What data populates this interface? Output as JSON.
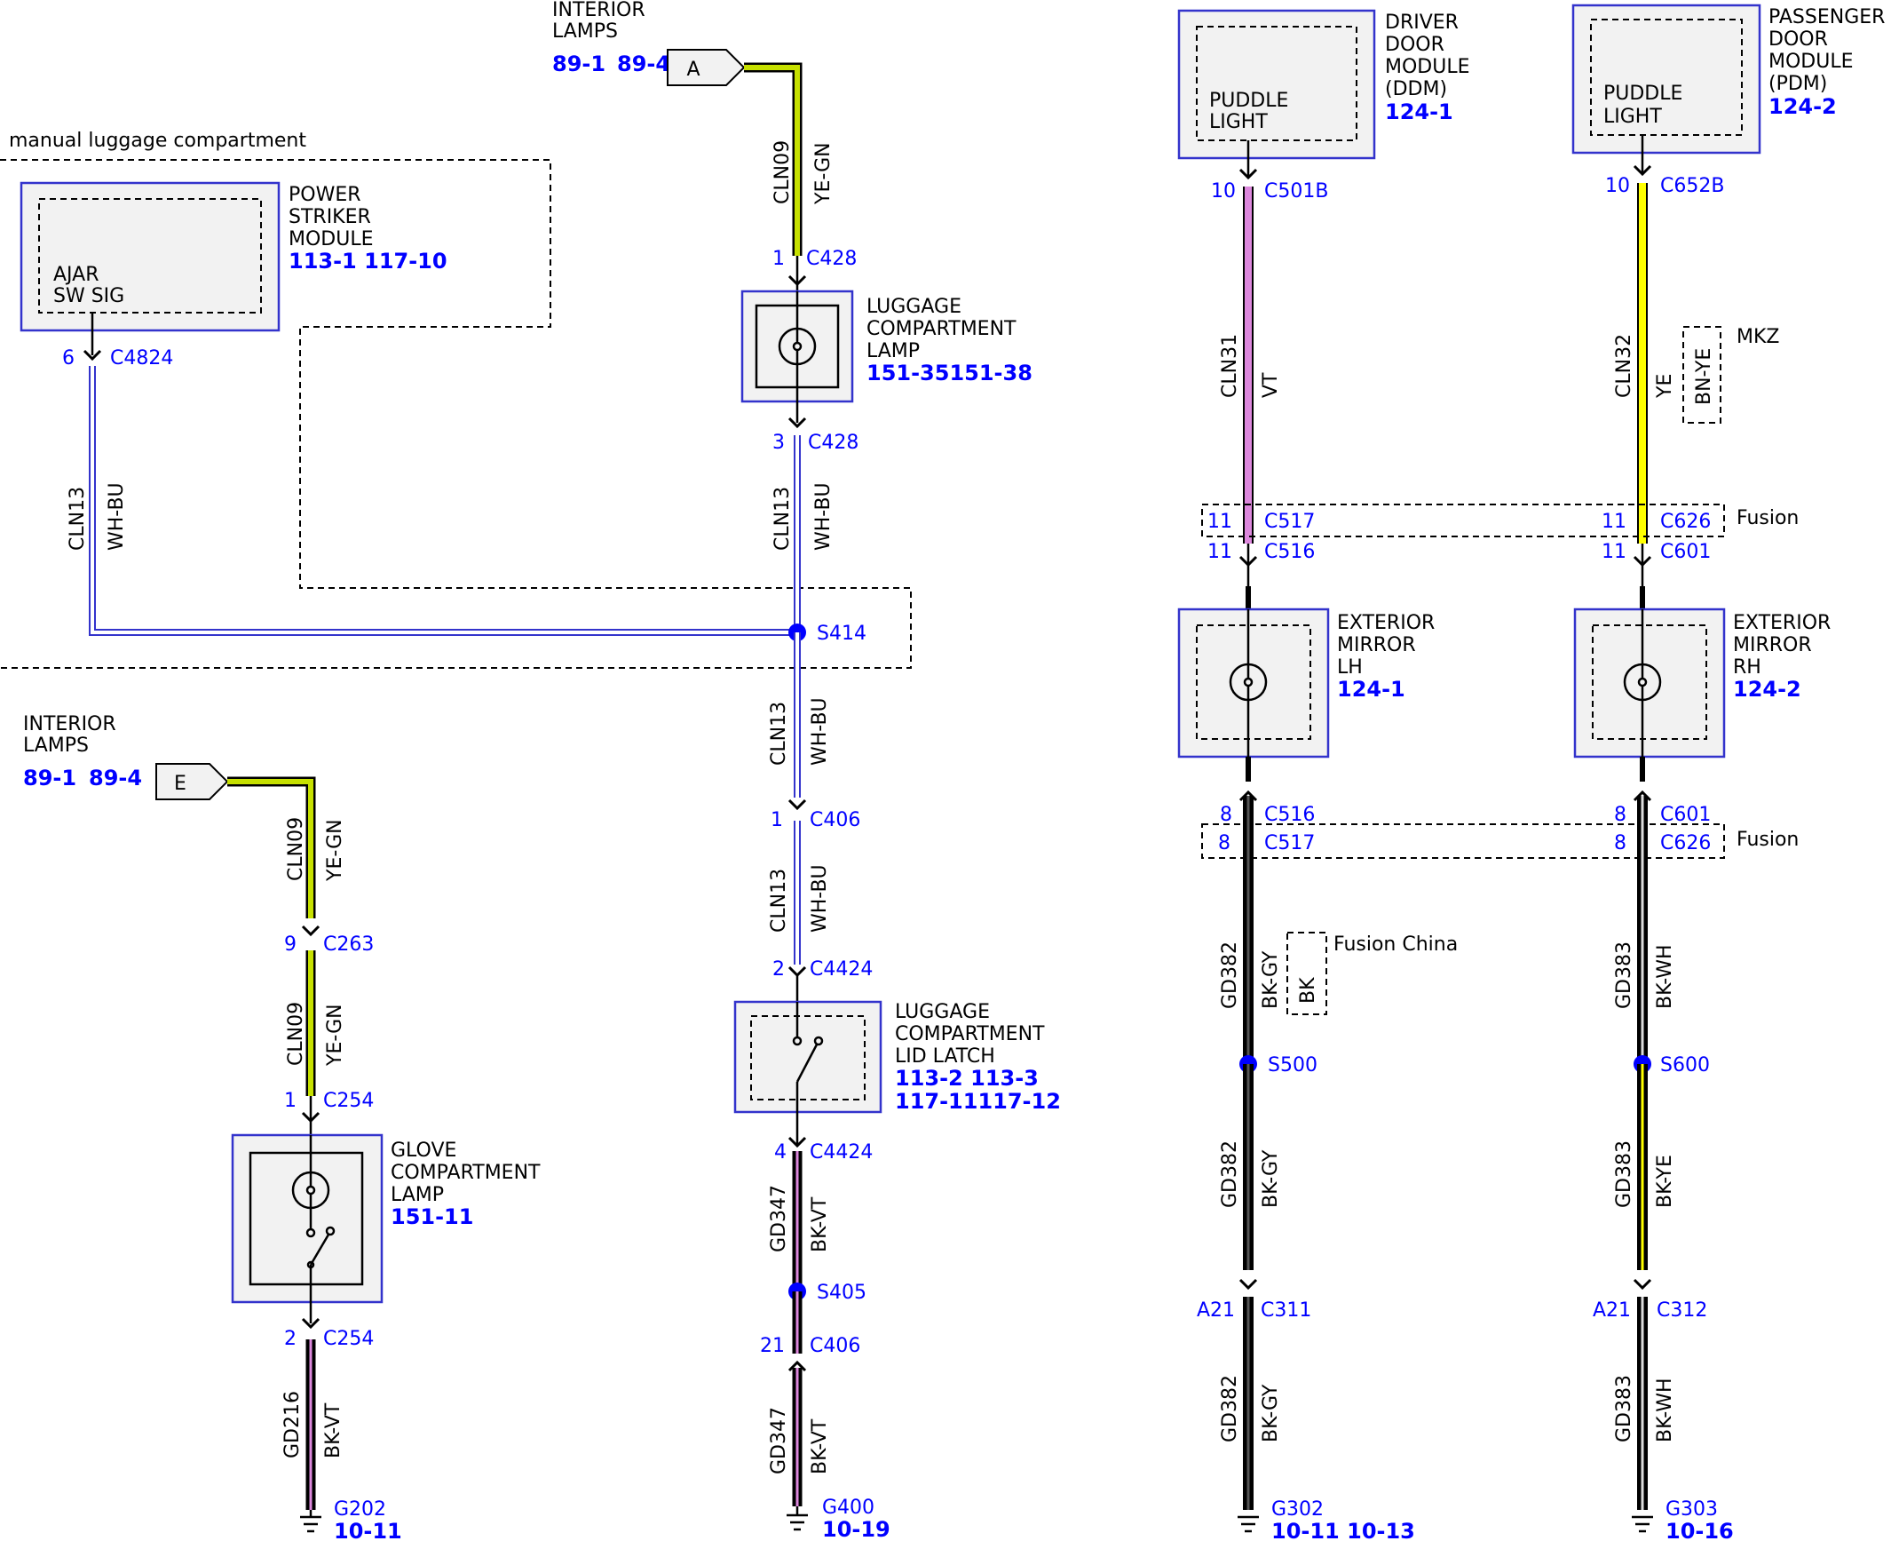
{
  "colors": {
    "ye_gn": "#c6e000",
    "wh_bu": "#3333cc",
    "vt": "#dd88dd",
    "ye": "#ffff00",
    "bk": "#000000",
    "splice": "#0000ff",
    "pin_text": "#0000ff",
    "component_border": "#3333cc"
  },
  "sections": {
    "manual_luggage": "manual luggage compartment"
  },
  "connectors_to": {
    "top": {
      "title_line1": "INTERIOR",
      "title_line2": "LAMPS",
      "ref1": "89-1",
      "ref2": "89-4",
      "letter": "A"
    },
    "left": {
      "title_line1": "INTERIOR",
      "title_line2": "LAMPS",
      "ref1": "89-1",
      "ref2": "89-4",
      "letter": "E"
    }
  },
  "components": {
    "power_striker": {
      "name_lines": [
        "POWER",
        "STRIKER",
        "MODULE"
      ],
      "refs": "113-1  117-10",
      "inner_lines": [
        "AJAR",
        "SW SIG"
      ]
    },
    "luggage_lamp": {
      "name_lines": [
        "LUGGAGE",
        "COMPARTMENT",
        "LAMP"
      ],
      "refs": "151-35151-38"
    },
    "luggage_latch": {
      "name_lines": [
        "LUGGAGE",
        "COMPARTMENT",
        "LID LATCH"
      ],
      "refs_line1": "113-2 113-3",
      "refs_line2": "117-11117-12"
    },
    "glove_lamp": {
      "name_lines": [
        "GLOVE",
        "COMPARTMENT",
        "LAMP"
      ],
      "refs": "151-11"
    },
    "ddm": {
      "name_lines": [
        "DRIVER",
        "DOOR",
        "MODULE",
        "(DDM)"
      ],
      "refs": "124-1",
      "inner_lines": [
        "PUDDLE",
        "LIGHT"
      ]
    },
    "pdm": {
      "name_lines": [
        "PASSENGER",
        "DOOR",
        "MODULE",
        "(PDM)"
      ],
      "refs": "124-2",
      "inner_lines": [
        "PUDDLE",
        "LIGHT"
      ]
    },
    "mirror_lh": {
      "name_lines": [
        "EXTERIOR",
        "MIRROR",
        "LH"
      ],
      "refs": "124-1"
    },
    "mirror_rh": {
      "name_lines": [
        "EXTERIOR",
        "MIRROR",
        "RH"
      ],
      "refs": "124-2"
    }
  },
  "pins": {
    "c428_1": {
      "pin": "1",
      "conn": "C428"
    },
    "c428_3": {
      "pin": "3",
      "conn": "C428"
    },
    "c4824_6": {
      "pin": "6",
      "conn": "C4824"
    },
    "c406_1": {
      "pin": "1",
      "conn": "C406"
    },
    "c4424_2": {
      "pin": "2",
      "conn": "C4424"
    },
    "c4424_4": {
      "pin": "4",
      "conn": "C4424"
    },
    "c406_21": {
      "pin": "21",
      "conn": "C406"
    },
    "c263_9": {
      "pin": "9",
      "conn": "C263"
    },
    "c254_1": {
      "pin": "1",
      "conn": "C254"
    },
    "c254_2": {
      "pin": "2",
      "conn": "C254"
    },
    "c501b_10": {
      "pin": "10",
      "conn": "C501B"
    },
    "c652b_10": {
      "pin": "10",
      "conn": "C652B"
    },
    "c517_11": {
      "pin": "11",
      "conn": "C517"
    },
    "c516_11": {
      "pin": "11",
      "conn": "C516"
    },
    "c626_11": {
      "pin": "11",
      "conn": "C626"
    },
    "c601_11": {
      "pin": "11",
      "conn": "C601"
    },
    "c516_8": {
      "pin": "8",
      "conn": "C516"
    },
    "c517_8": {
      "pin": "8",
      "conn": "C517"
    },
    "c601_8": {
      "pin": "8",
      "conn": "C601"
    },
    "c626_8": {
      "pin": "8",
      "conn": "C626"
    },
    "c311_a21": {
      "pin": "A21",
      "conn": "C311"
    },
    "c312_a21": {
      "pin": "A21",
      "conn": "C312"
    }
  },
  "wires": {
    "cln09_top": {
      "circuit": "CLN09",
      "color": "YE-GN"
    },
    "cln13_lamp": {
      "circuit": "CLN13",
      "color": "WH-BU"
    },
    "cln13_left": {
      "circuit": "CLN13",
      "color": "WH-BU"
    },
    "cln13_mid": {
      "circuit": "CLN13",
      "color": "WH-BU"
    },
    "cln13_low": {
      "circuit": "CLN13",
      "color": "WH-BU"
    },
    "gd347_a": {
      "circuit": "GD347",
      "color": "BK-VT"
    },
    "gd347_b": {
      "circuit": "GD347",
      "color": "BK-VT"
    },
    "cln09_l1": {
      "circuit": "CLN09",
      "color": "YE-GN"
    },
    "cln09_l2": {
      "circuit": "CLN09",
      "color": "YE-GN"
    },
    "gd216": {
      "circuit": "GD216",
      "color": "BK-VT"
    },
    "cln31": {
      "circuit": "CLN31",
      "color": "VT"
    },
    "cln32": {
      "circuit": "CLN32",
      "color": "YE",
      "alt_color": "BN-YE",
      "alt_note": "MKZ"
    },
    "gd382_a": {
      "circuit": "GD382",
      "color": "BK-GY",
      "alt_color": "BK",
      "alt_note": "Fusion China"
    },
    "gd382_b": {
      "circuit": "GD382",
      "color": "BK-GY"
    },
    "gd382_c": {
      "circuit": "GD382",
      "color": "BK-GY"
    },
    "gd383_a": {
      "circuit": "GD383",
      "color": "BK-WH"
    },
    "gd383_b": {
      "circuit": "GD383",
      "color": "BK-YE"
    },
    "gd383_c": {
      "circuit": "GD383",
      "color": "BK-WH"
    }
  },
  "splices": {
    "s414": "S414",
    "s405": "S405",
    "s500": "S500",
    "s600": "S600"
  },
  "grounds": {
    "g202": {
      "name": "G202",
      "ref": "10-11"
    },
    "g400": {
      "name": "G400",
      "ref": "10-19"
    },
    "g302": {
      "name": "G302",
      "ref": "10-11 10-13"
    },
    "g303": {
      "name": "G303",
      "ref": "10-16"
    }
  },
  "notes": {
    "fusion_upper": "Fusion",
    "fusion_lower": "Fusion"
  }
}
